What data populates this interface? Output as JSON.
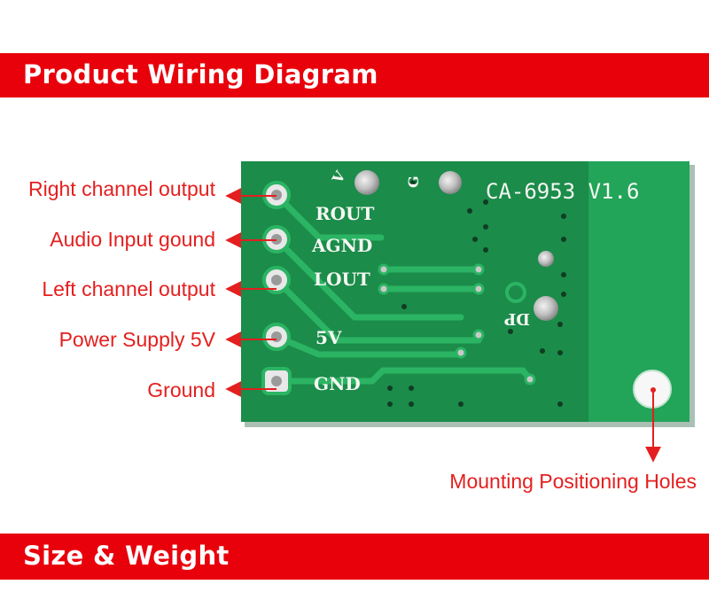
{
  "header": {
    "title": "Product Wiring Diagram"
  },
  "footer": {
    "title": "Size & Weight"
  },
  "labels": {
    "rout": "Right channel output",
    "agnd": "Audio Input gound",
    "lout": "Left channel output",
    "vcc": "Power Supply 5V",
    "gnd": "Ground",
    "mount": "Mounting Positioning Holes"
  },
  "pcb": {
    "model": "CA-6953 V1.6",
    "pins": [
      "ROUT",
      "AGND",
      "LOUT",
      "5V",
      "GND"
    ],
    "pad_g": "G",
    "pad_dp": "DP",
    "pad_top": "V"
  },
  "colors": {
    "banner": "#e8000b",
    "label_red": "#e41f1f",
    "pcb_green": "#1f9a52",
    "silkscreen": "#f4f7f2"
  }
}
